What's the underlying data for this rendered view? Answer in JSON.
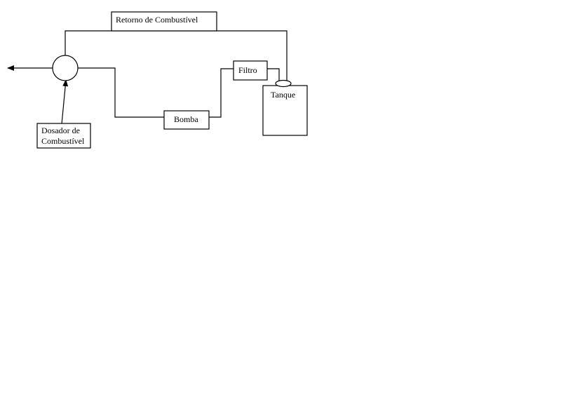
{
  "labels": {
    "retorno": "Retorno de Combustível",
    "filtro": "Filtro",
    "tanque": "Tanque",
    "bomba": "Bomba",
    "dosador_line1": "Dosador de",
    "dosador_line2": "Combustível"
  }
}
